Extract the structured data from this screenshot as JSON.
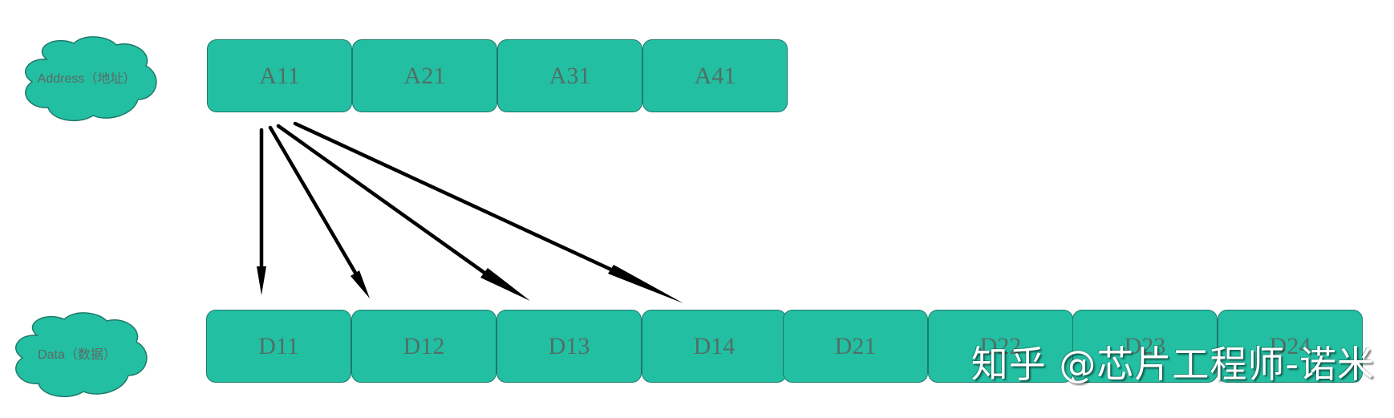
{
  "clouds": {
    "address_label": "Address（地址）",
    "data_label": "Data（数据）"
  },
  "address_row": [
    "A11",
    "A21",
    "A31",
    "A41"
  ],
  "data_row": [
    "D11",
    "D12",
    "D13",
    "D14",
    "D21",
    "D22",
    "D23",
    "D24"
  ],
  "watermark": "知乎 @芯片工程师-诺米",
  "colors": {
    "cell_fill": "#23bfa3",
    "cell_border": "#1e7a69",
    "cell_text": "#4f7065",
    "arrow": "#000000"
  }
}
